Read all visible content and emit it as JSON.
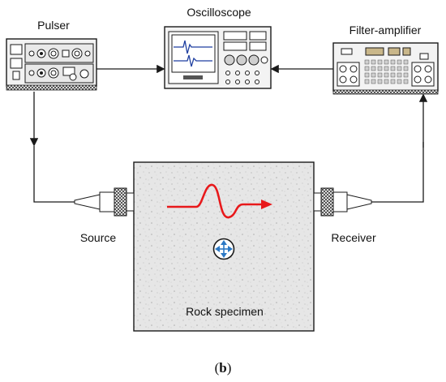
{
  "labels": {
    "pulser": "Pulser",
    "oscilloscope": "Oscilloscope",
    "filter_amplifier": "Filter-amplifier",
    "source": "Source",
    "receiver": "Receiver",
    "rock_specimen": "Rock specimen",
    "caption_open": "(",
    "caption_letter": "b",
    "caption_close": ")"
  },
  "colors": {
    "wave": "#e8191b",
    "screen_trace": "#1f3fa0",
    "strain_arrows": "#2b78c4",
    "specimen_fill": "#e6e6e6",
    "panel_fill": "#f3f3f3",
    "knob_fill": "#cfcfcf",
    "line": "#1a1a1a"
  }
}
